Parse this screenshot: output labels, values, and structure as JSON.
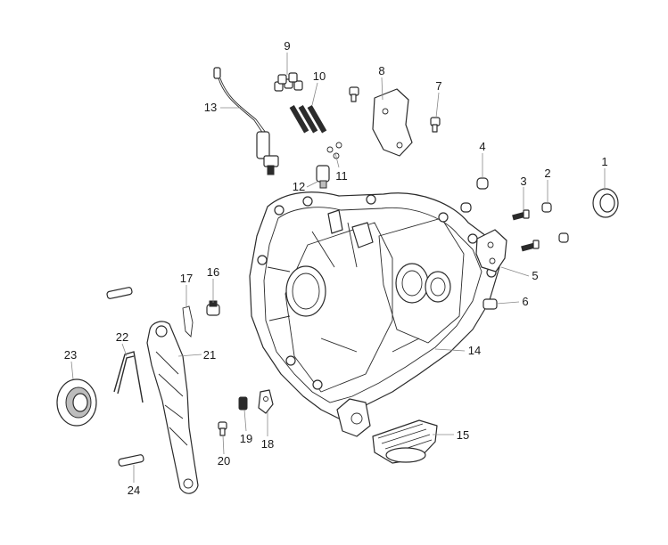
{
  "diagram": {
    "callouts": [
      {
        "id": "1",
        "text": "1"
      },
      {
        "id": "2",
        "text": "2"
      },
      {
        "id": "3",
        "text": "3"
      },
      {
        "id": "4",
        "text": "4"
      },
      {
        "id": "5",
        "text": "5"
      },
      {
        "id": "6",
        "text": "6"
      },
      {
        "id": "7",
        "text": "7"
      },
      {
        "id": "8",
        "text": "8"
      },
      {
        "id": "9",
        "text": "9"
      },
      {
        "id": "10",
        "text": "10"
      },
      {
        "id": "11",
        "text": "11"
      },
      {
        "id": "12",
        "text": "12"
      },
      {
        "id": "13",
        "text": "13"
      },
      {
        "id": "14",
        "text": "14"
      },
      {
        "id": "15",
        "text": "15"
      },
      {
        "id": "16",
        "text": "16"
      },
      {
        "id": "17",
        "text": "17"
      },
      {
        "id": "18",
        "text": "18"
      },
      {
        "id": "19",
        "text": "19"
      },
      {
        "id": "20",
        "text": "20"
      },
      {
        "id": "21",
        "text": "21"
      },
      {
        "id": "22",
        "text": "22"
      },
      {
        "id": "23",
        "text": "23"
      },
      {
        "id": "24",
        "text": "24"
      }
    ]
  }
}
